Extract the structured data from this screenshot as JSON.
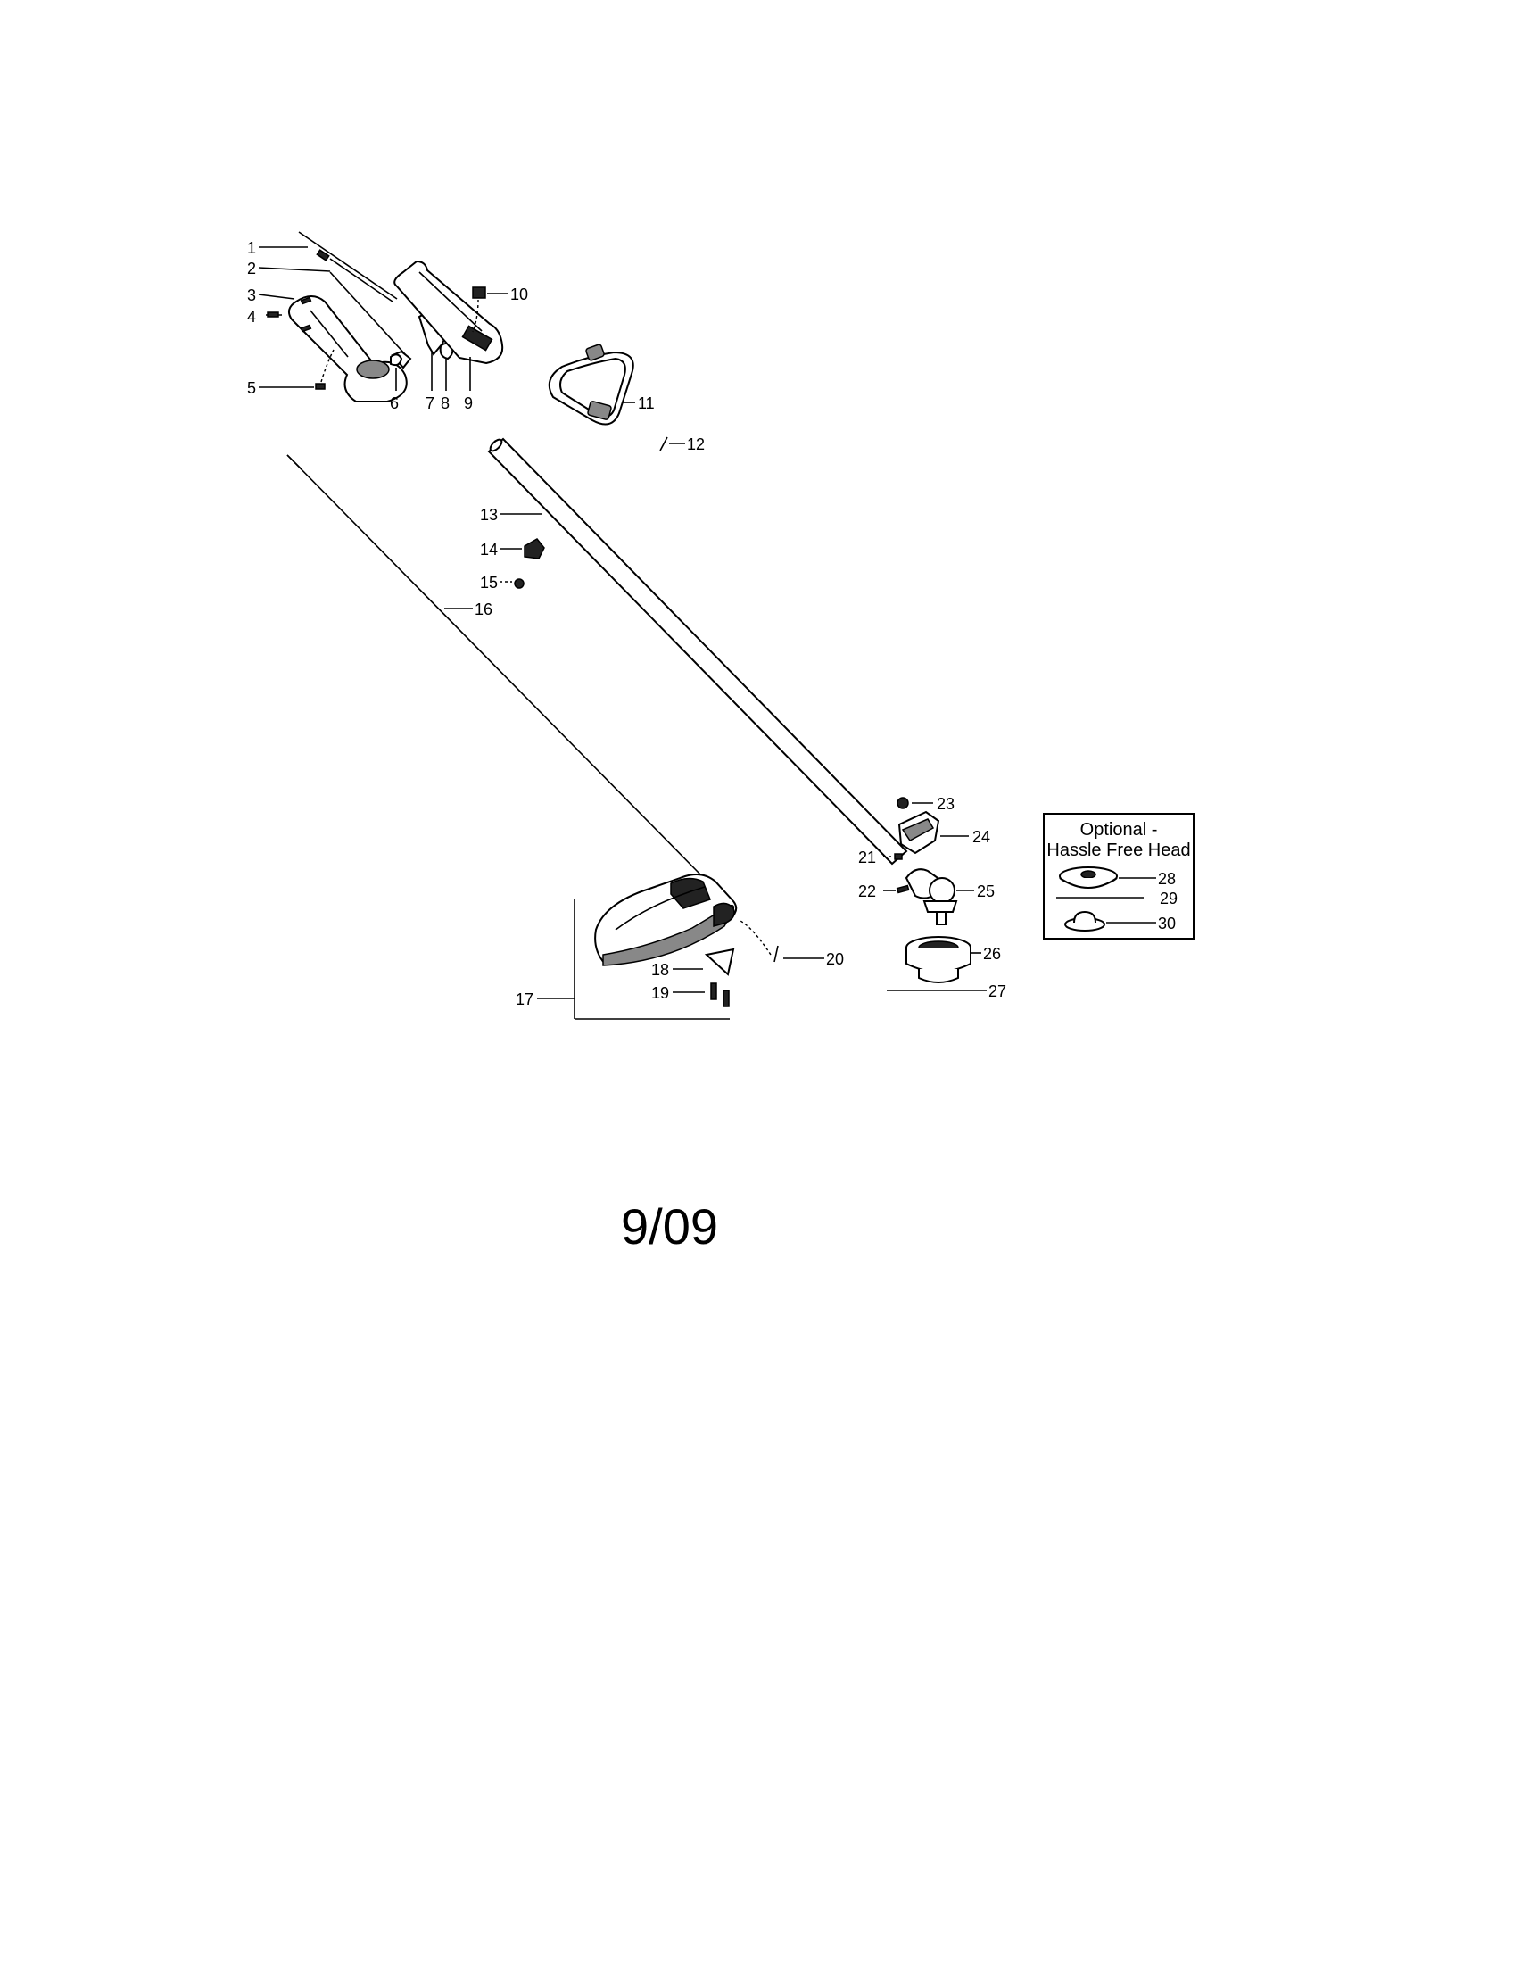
{
  "labels": {
    "p1": "1",
    "p2": "2",
    "p3": "3",
    "p4": "4",
    "p5": "5",
    "p6": "6",
    "p7": "7",
    "p8": "8",
    "p9": "9",
    "p10": "10",
    "p11": "11",
    "p12": "12",
    "p13": "13",
    "p14": "14",
    "p15": "15",
    "p16": "16",
    "p17": "17",
    "p18": "18",
    "p19": "19",
    "p20": "20",
    "p21": "21",
    "p22": "22",
    "p23": "23",
    "p24": "24",
    "p25": "25",
    "p26": "26",
    "p27": "27",
    "p28": "28",
    "p29": "29",
    "p30": "30"
  },
  "optional_box": {
    "title_line1": "Optional  -",
    "title_line2": "Hassle Free Head"
  },
  "date": "9/09"
}
